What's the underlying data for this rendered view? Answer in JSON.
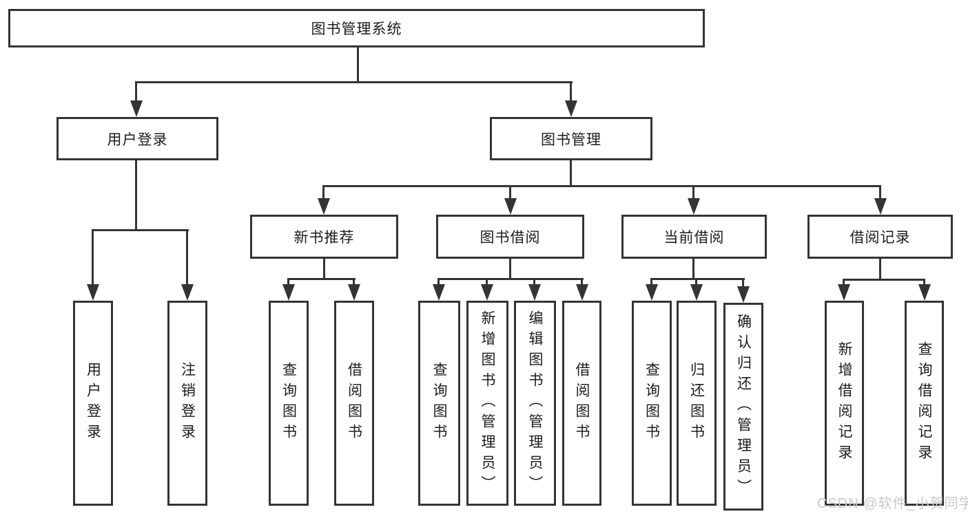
{
  "diagram": {
    "title": "图书管理系统",
    "root": "图书管理系统",
    "level2": [
      "用户登录",
      "图书管理"
    ],
    "level3": [
      "新书推荐",
      "图书借阅",
      "当前借阅",
      "借阅记录"
    ],
    "leaves": {
      "user_login": [
        "用户登录",
        "注销登录"
      ],
      "new_books": [
        "查询图书",
        "借阅图书"
      ],
      "book_borrow": [
        "查询图书",
        "新增图书（管理员）",
        "编辑图书（管理员）",
        "借阅图书"
      ],
      "current_borrow": [
        "查询图书",
        "归还图书",
        "确认归还（管理员）"
      ],
      "borrow_records": [
        "新增借阅记录",
        "查询借阅记录"
      ]
    }
  },
  "colors": {
    "line": "#333436",
    "text": "#1c1c1e",
    "background": "#ffffff",
    "watermark": "#c8c8cc"
  },
  "watermark": {
    "text": "CSDN @软件_小贺同学"
  }
}
